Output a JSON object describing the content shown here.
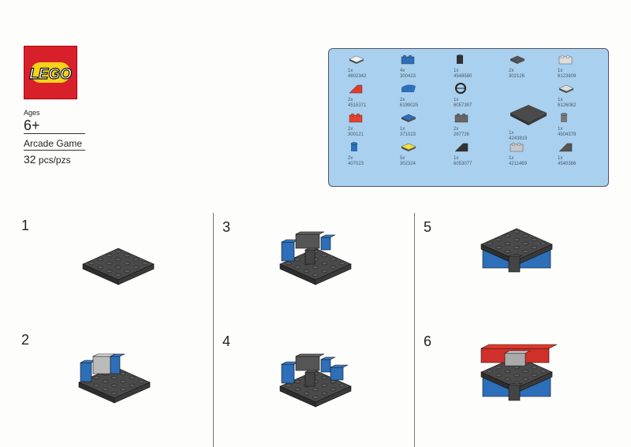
{
  "logo": {
    "text": "LEGO",
    "bg": "#d8202a"
  },
  "product": {
    "ages_label": "Ages",
    "age": "6+",
    "name": "Arcade Game",
    "pieces_count": "32",
    "pieces_unit": "pcs/pzs"
  },
  "parts": [
    {
      "qty": "1x",
      "id": "4602342",
      "color": "#f2f2f2",
      "shape": "plate"
    },
    {
      "qty": "2x",
      "id": "4515371",
      "color": "#e23a2a",
      "shape": "slope"
    },
    {
      "qty": "2x",
      "id": "300121",
      "color": "#e8402e",
      "shape": "brick"
    },
    {
      "qty": "2x",
      "id": "407023",
      "color": "#2d6fb8",
      "shape": "small"
    },
    {
      "qty": "4x",
      "id": "300423",
      "color": "#2d6fb8",
      "shape": "brick"
    },
    {
      "qty": "2x",
      "id": "6199025",
      "color": "#2d6fb8",
      "shape": "curve"
    },
    {
      "qty": "1x",
      "id": "371023",
      "color": "#2d6fb8",
      "shape": "plate"
    },
    {
      "qty": "5x",
      "id": "302324",
      "color": "#f0e040",
      "shape": "plate"
    },
    {
      "qty": "1x",
      "id": "4548580",
      "color": "#333333",
      "shape": "small"
    },
    {
      "qty": "1x",
      "id": "6057397",
      "color": "#222222",
      "shape": "wheel"
    },
    {
      "qty": "2x",
      "id": "267726",
      "color": "#666666",
      "shape": "brick"
    },
    {
      "qty": "1x",
      "id": "6053077",
      "color": "#333333",
      "shape": "slope"
    },
    {
      "qty": "2x",
      "id": "302126",
      "color": "#555555",
      "shape": "plate"
    },
    {
      "qty": "1x",
      "id": "4243819",
      "color": "#4a4a4a",
      "shape": "bigplate"
    },
    {
      "qty": "1x",
      "id": "4211469",
      "color": "#c8c8c8",
      "shape": "brick"
    },
    {
      "qty": "1x",
      "id": "6123809",
      "color": "#dddddd",
      "shape": "brick"
    },
    {
      "qty": "1x",
      "id": "6126082",
      "color": "#dddddd",
      "shape": "plate"
    },
    {
      "qty": "1x",
      "id": "4504378",
      "color": "#777777",
      "shape": "small"
    },
    {
      "qty": "1x",
      "id": "4540386",
      "color": "#555555",
      "shape": "slope"
    }
  ],
  "steps": [
    "1",
    "2",
    "3",
    "4",
    "5",
    "6"
  ]
}
